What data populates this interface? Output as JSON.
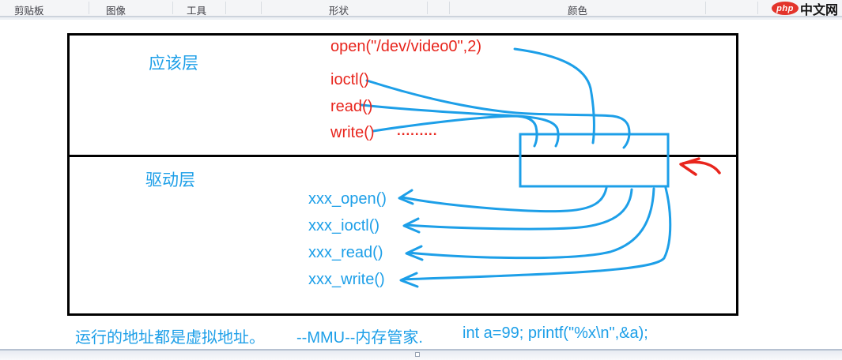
{
  "toolbar": {
    "groups": [
      {
        "label": "剪贴板"
      },
      {
        "label": "图像"
      },
      {
        "label": "工具"
      },
      {
        "label": "形状"
      },
      {
        "label": "颜色"
      }
    ],
    "logo": {
      "brand": "php",
      "site": "中文网"
    }
  },
  "colors": {
    "blue": "#1d9fe8",
    "red": "#e8251d",
    "black": "#000000",
    "logo_red": "#e3342b"
  },
  "diagram": {
    "app_layer_label": "应该层",
    "driver_layer_label": "驱动层",
    "app_functions": [
      "open(\"/dev/video0\",2)",
      "ioctl()",
      "read()",
      "write()"
    ],
    "app_functions_ellipsis": ".........",
    "driver_functions": [
      "xxx_open()",
      "xxx_ioctl()",
      "xxx_read()",
      "xxx_write()"
    ],
    "note": {
      "part1": "运行的地址都是虚拟地址。",
      "part2": "--MMU--内存管家.",
      "part3": "int a=99; printf(\"%x\\n\",&a);"
    }
  }
}
